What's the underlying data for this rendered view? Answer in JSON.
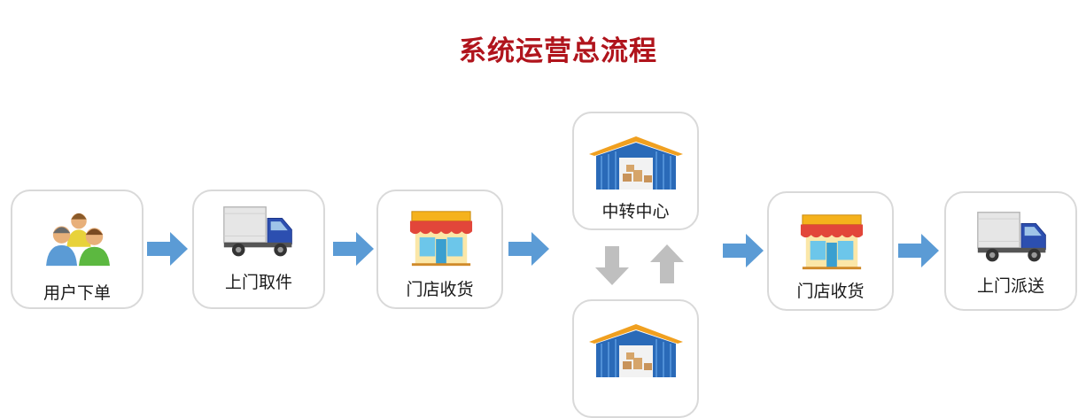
{
  "title": "系统运营总流程",
  "steps": [
    {
      "label": "用户下单",
      "icon": "users-icon"
    },
    {
      "label": "上门取件",
      "icon": "truck-icon"
    },
    {
      "label": "门店收货",
      "icon": "store-icon"
    },
    {
      "label": "中转中心",
      "icon": "warehouse-icon"
    },
    {
      "label": "门店收货",
      "icon": "store-icon"
    },
    {
      "label": "上门派送",
      "icon": "truck-icon"
    }
  ],
  "colors": {
    "title": "#b0141c",
    "arrow": "#5b9bd5",
    "up_down_arrow": "#bfbfbf",
    "warehouse_roof": "#f0a020",
    "warehouse_wall": "#2a6ab8"
  }
}
